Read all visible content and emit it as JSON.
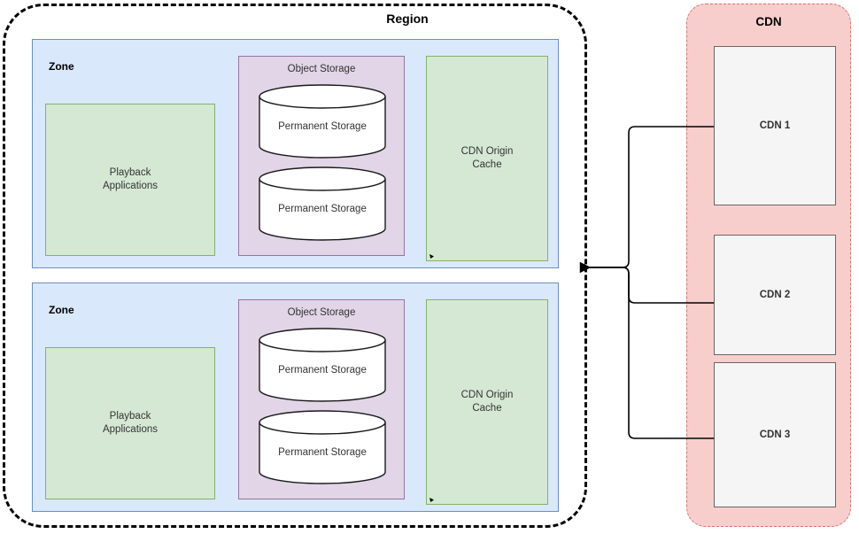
{
  "diagram": {
    "region": {
      "title": "Region",
      "border_color": "#000000",
      "zones": [
        {
          "label": "Zone",
          "fill": "#dae8fc",
          "stroke": "#6c8ebf",
          "playback": {
            "label": "Playback\nApplications",
            "fill": "#d5e8d4",
            "stroke": "#82b366"
          },
          "object_storage": {
            "label": "Object Storage",
            "fill": "#e1d5e7",
            "stroke": "#9673a6",
            "stores": [
              {
                "label": "Permanent Storage"
              },
              {
                "label": "Permanent Storage"
              }
            ]
          },
          "origin_cache": {
            "label": "CDN Origin\nCache",
            "fill": "#d5e8d4",
            "stroke": "#82b366"
          }
        },
        {
          "label": "Zone",
          "fill": "#dae8fc",
          "stroke": "#6c8ebf",
          "playback": {
            "label": "Playback\nApplications",
            "fill": "#d5e8d4",
            "stroke": "#82b366"
          },
          "object_storage": {
            "label": "Object Storage",
            "fill": "#e1d5e7",
            "stroke": "#9673a6",
            "stores": [
              {
                "label": "Permanent Storage"
              },
              {
                "label": "Permanent Storage"
              }
            ]
          },
          "origin_cache": {
            "label": "CDN Origin\nCache",
            "fill": "#d5e8d4",
            "stroke": "#82b366"
          }
        }
      ]
    },
    "cdn": {
      "title": "CDN",
      "fill": "#f8cecc",
      "stroke": "#d6736f",
      "nodes": [
        {
          "label": "CDN 1",
          "fill": "#f5f5f5",
          "stroke": "#666666"
        },
        {
          "label": "CDN 2",
          "fill": "#f5f5f5",
          "stroke": "#666666"
        },
        {
          "label": "CDN 3",
          "fill": "#f5f5f5",
          "stroke": "#666666"
        }
      ]
    },
    "connector": {
      "direction": "cdn-to-region",
      "stroke": "#000000",
      "arrowhead": "left"
    }
  }
}
